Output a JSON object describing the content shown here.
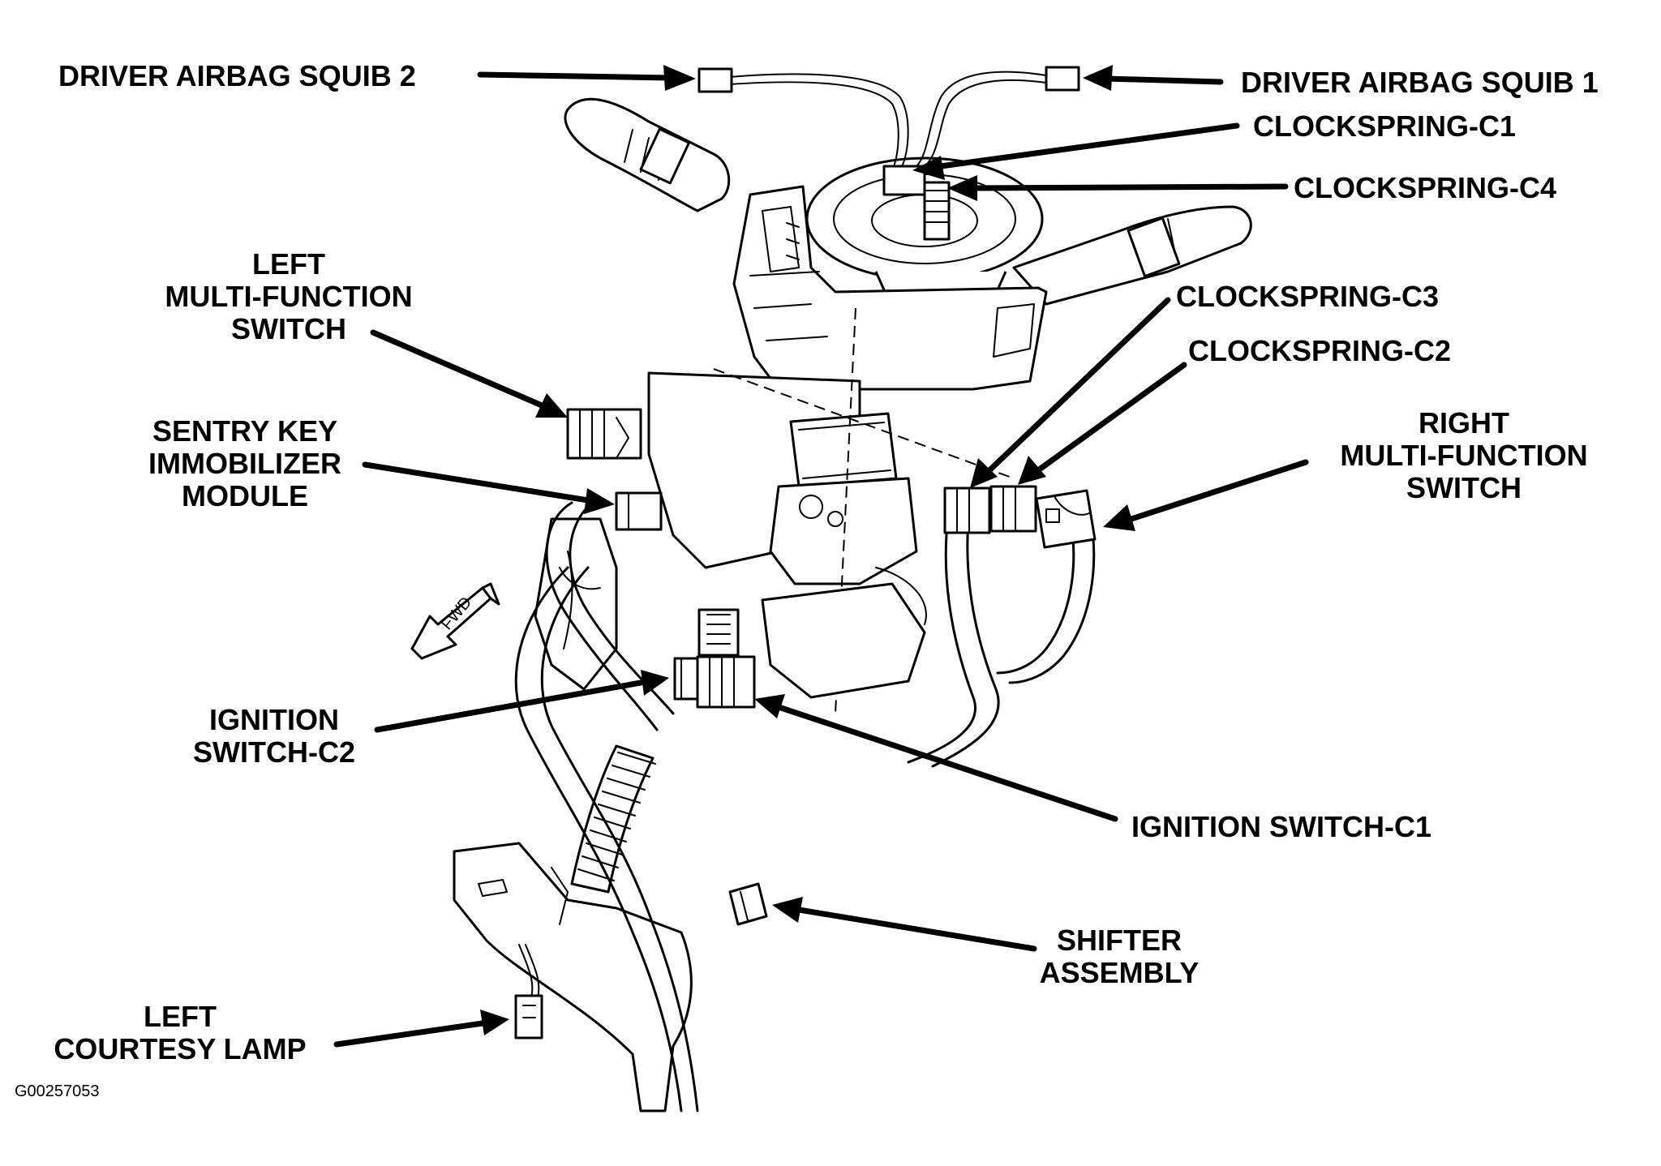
{
  "labels": {
    "driver_airbag_squib_2": "DRIVER AIRBAG SQUIB 2",
    "driver_airbag_squib_1": "DRIVER AIRBAG SQUIB 1",
    "clockspring_c1": "CLOCKSPRING-C1",
    "clockspring_c4": "CLOCKSPRING-C4",
    "left_mfs": [
      "LEFT",
      "MULTI-FUNCTION",
      "SWITCH"
    ],
    "clockspring_c3": "CLOCKSPRING-C3",
    "clockspring_c2": "CLOCKSPRING-C2",
    "sentry_key": [
      "SENTRY KEY",
      "IMMOBILIZER",
      "MODULE"
    ],
    "right_mfs": [
      "RIGHT",
      "MULTI-FUNCTION",
      "SWITCH"
    ],
    "ignition_switch_c2": [
      "IGNITION",
      "SWITCH-C2"
    ],
    "ignition_switch_c1": "IGNITION SWITCH-C1",
    "shifter_assembly": [
      "SHIFTER",
      "ASSEMBLY"
    ],
    "left_courtesy_lamp": [
      "LEFT",
      "COURTESY LAMP"
    ]
  },
  "fwd_marker": "FWD",
  "figure_id": "G00257053"
}
